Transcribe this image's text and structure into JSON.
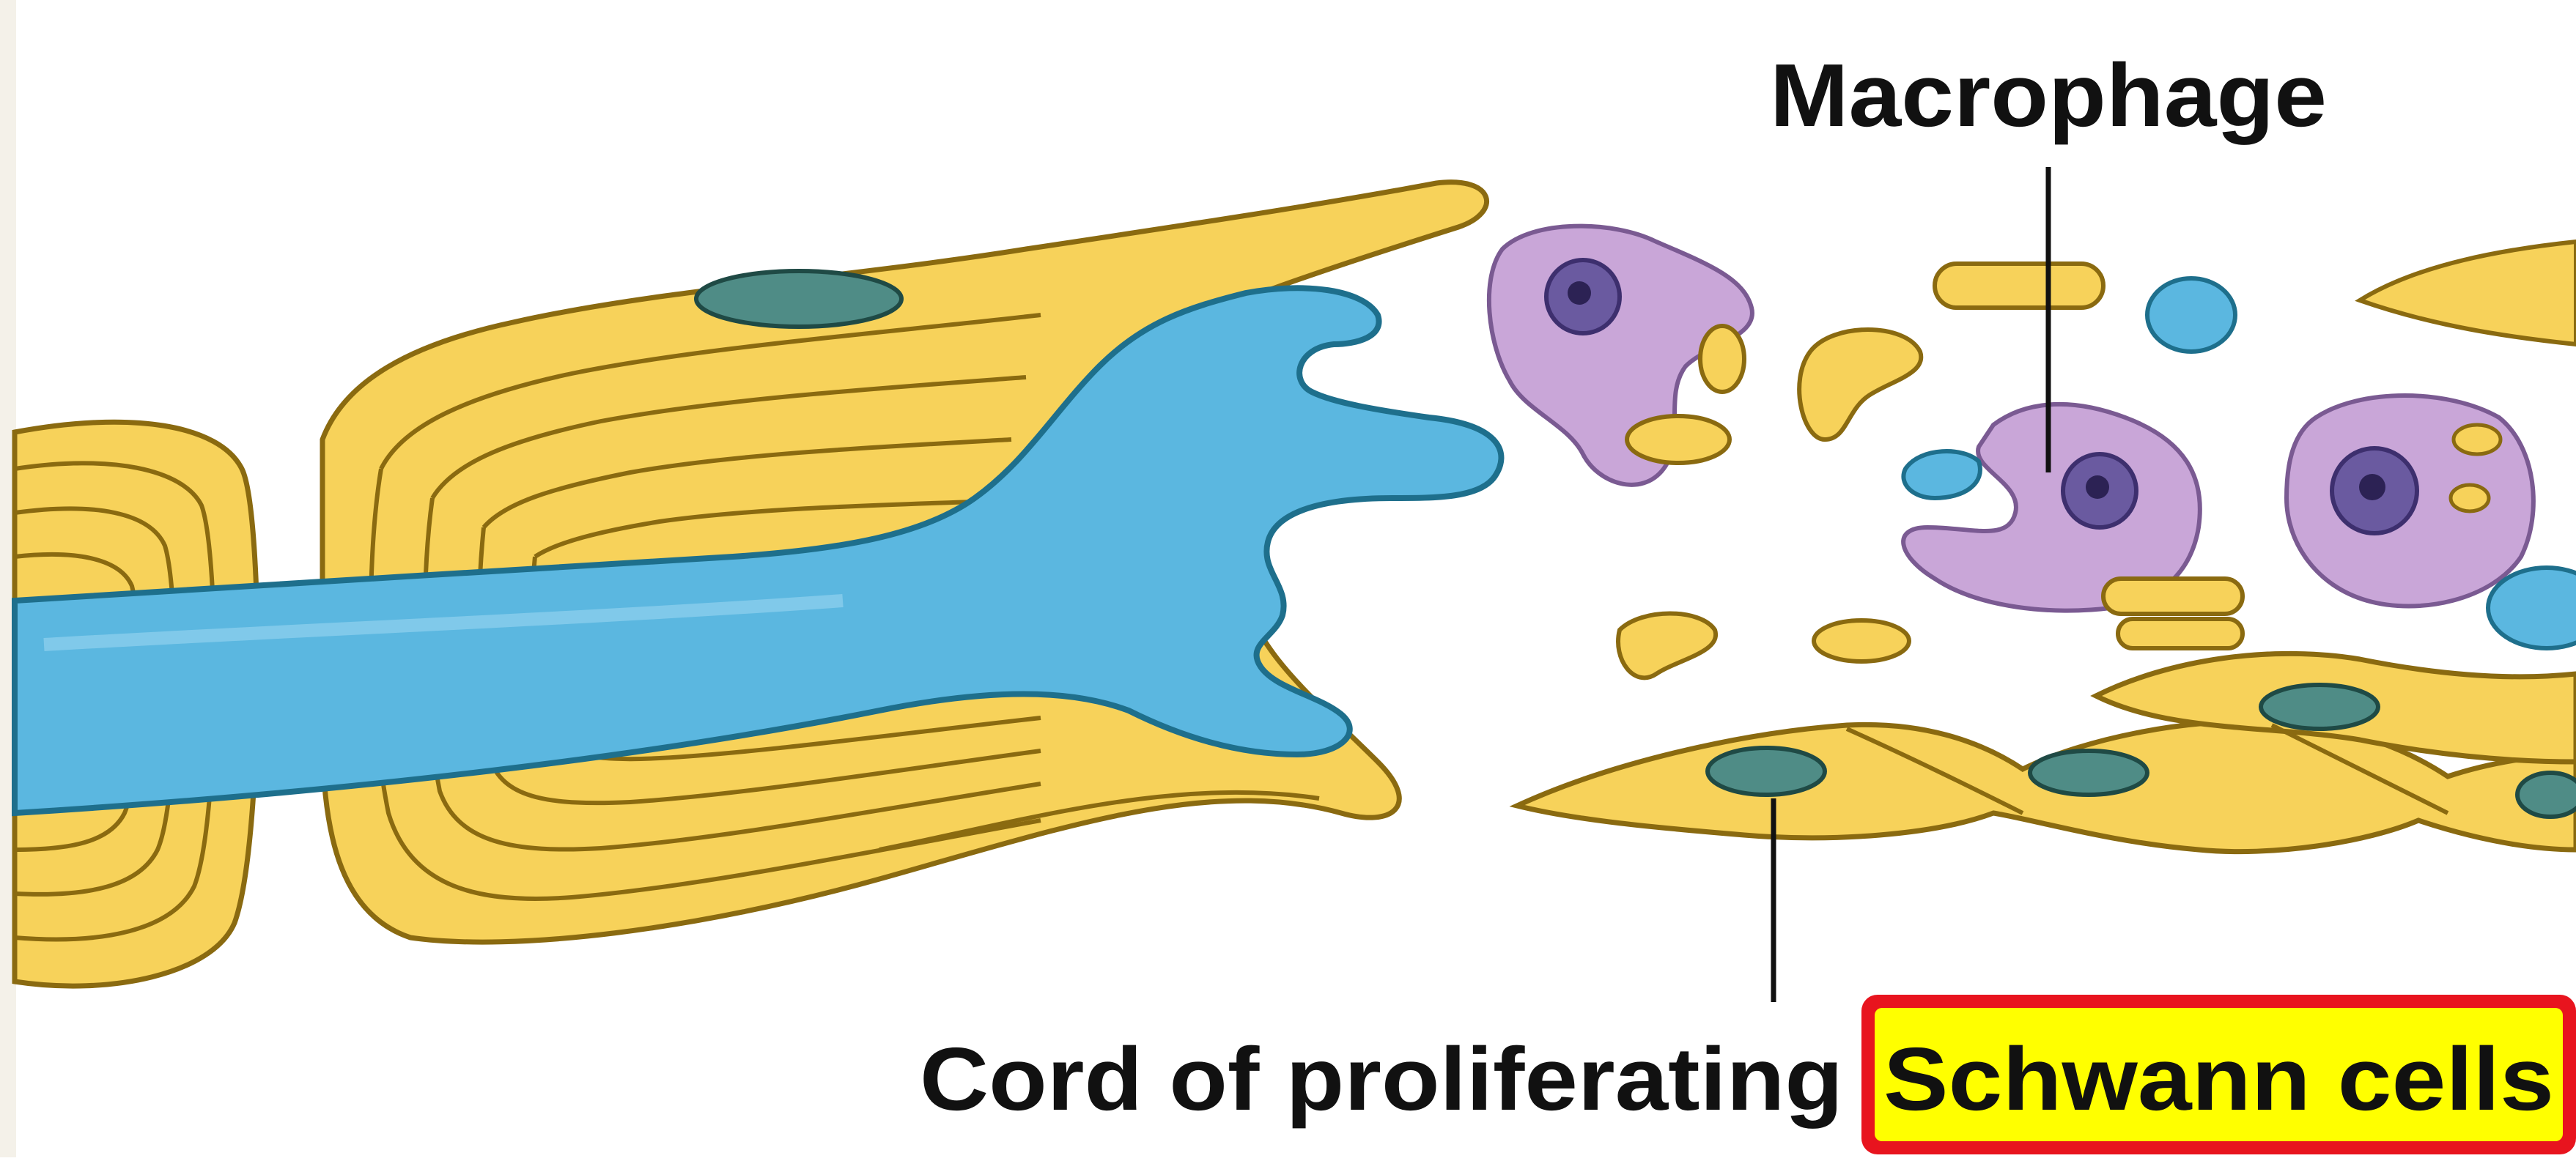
{
  "diagram": {
    "labels": {
      "macrophage": "Macrophage",
      "cord_prefix": "Cord of proliferating",
      "highlight": "Schwann cells"
    },
    "colors": {
      "schwann_fill": "#F7D25A",
      "schwann_stroke": "#8A6A10",
      "axon_fill": "#5BB7E0",
      "axon_stroke": "#1E6F8C",
      "macrophage_fill": "#C9A6D8",
      "nucleus_fill": "#6A5AA0",
      "schwann_nucleus_fill": "#4F8C86",
      "highlight_fill": "#FFFF00",
      "highlight_border": "#E8141E"
    }
  }
}
